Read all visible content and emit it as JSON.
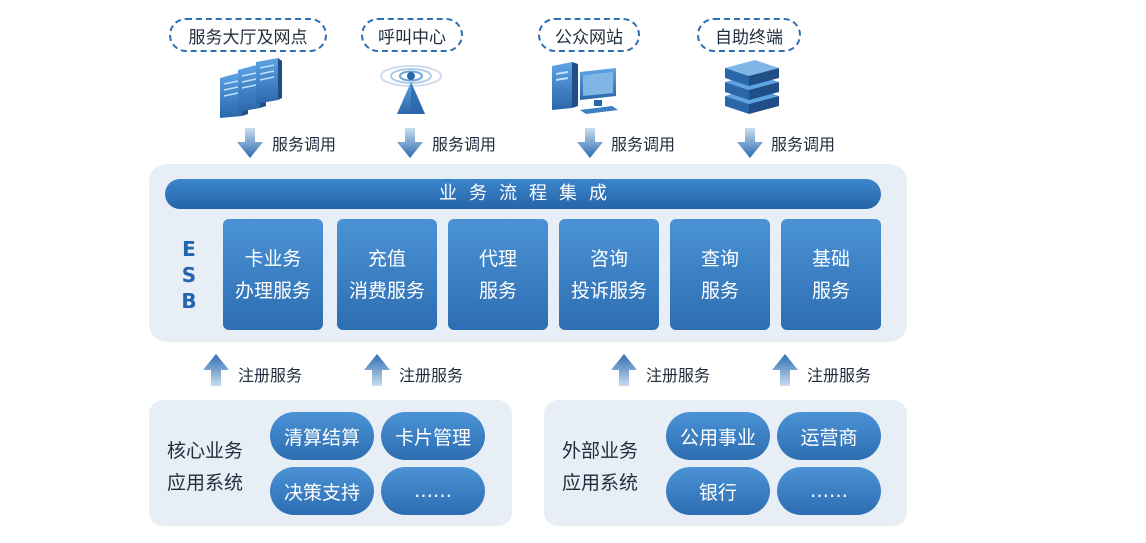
{
  "channels": [
    {
      "label": "服务大厅及网点",
      "icon": "server-rack-icon",
      "call": "服务调用"
    },
    {
      "label": "呼叫中心",
      "icon": "signal-tower-icon",
      "call": "服务调用"
    },
    {
      "label": "公众网站",
      "icon": "desktop-computer-icon",
      "call": "服务调用"
    },
    {
      "label": "自助终端",
      "icon": "terminal-stack-icon",
      "call": "服务调用"
    }
  ],
  "esb": {
    "flow_bar": "业务流程集成",
    "label_letters": [
      "E",
      "S",
      "B"
    ],
    "services": [
      {
        "line1": "卡业务",
        "line2": "办理服务"
      },
      {
        "line1": "充值",
        "line2": "消费服务"
      },
      {
        "line1": "代理",
        "line2": "服务"
      },
      {
        "line1": "咨询",
        "line2": "投诉服务"
      },
      {
        "line1": "查询",
        "line2": "服务"
      },
      {
        "line1": "基础",
        "line2": "服务"
      }
    ]
  },
  "registrations": [
    "注册服务",
    "注册服务",
    "注册服务",
    "注册服务"
  ],
  "core": {
    "title_line1": "核心业务",
    "title_line2": "应用系统",
    "items": [
      "清算结算",
      "卡片管理",
      "决策支持",
      "……"
    ]
  },
  "external": {
    "title_line1": "外部业务",
    "title_line2": "应用系统",
    "items": [
      "公用事业",
      "运营商",
      "银行",
      "……"
    ]
  },
  "colors": {
    "primary": "#2d6db1",
    "primary_light": "#4b93d6",
    "panel": "#e7eef6",
    "dashed_border": "#2f6fb3"
  }
}
